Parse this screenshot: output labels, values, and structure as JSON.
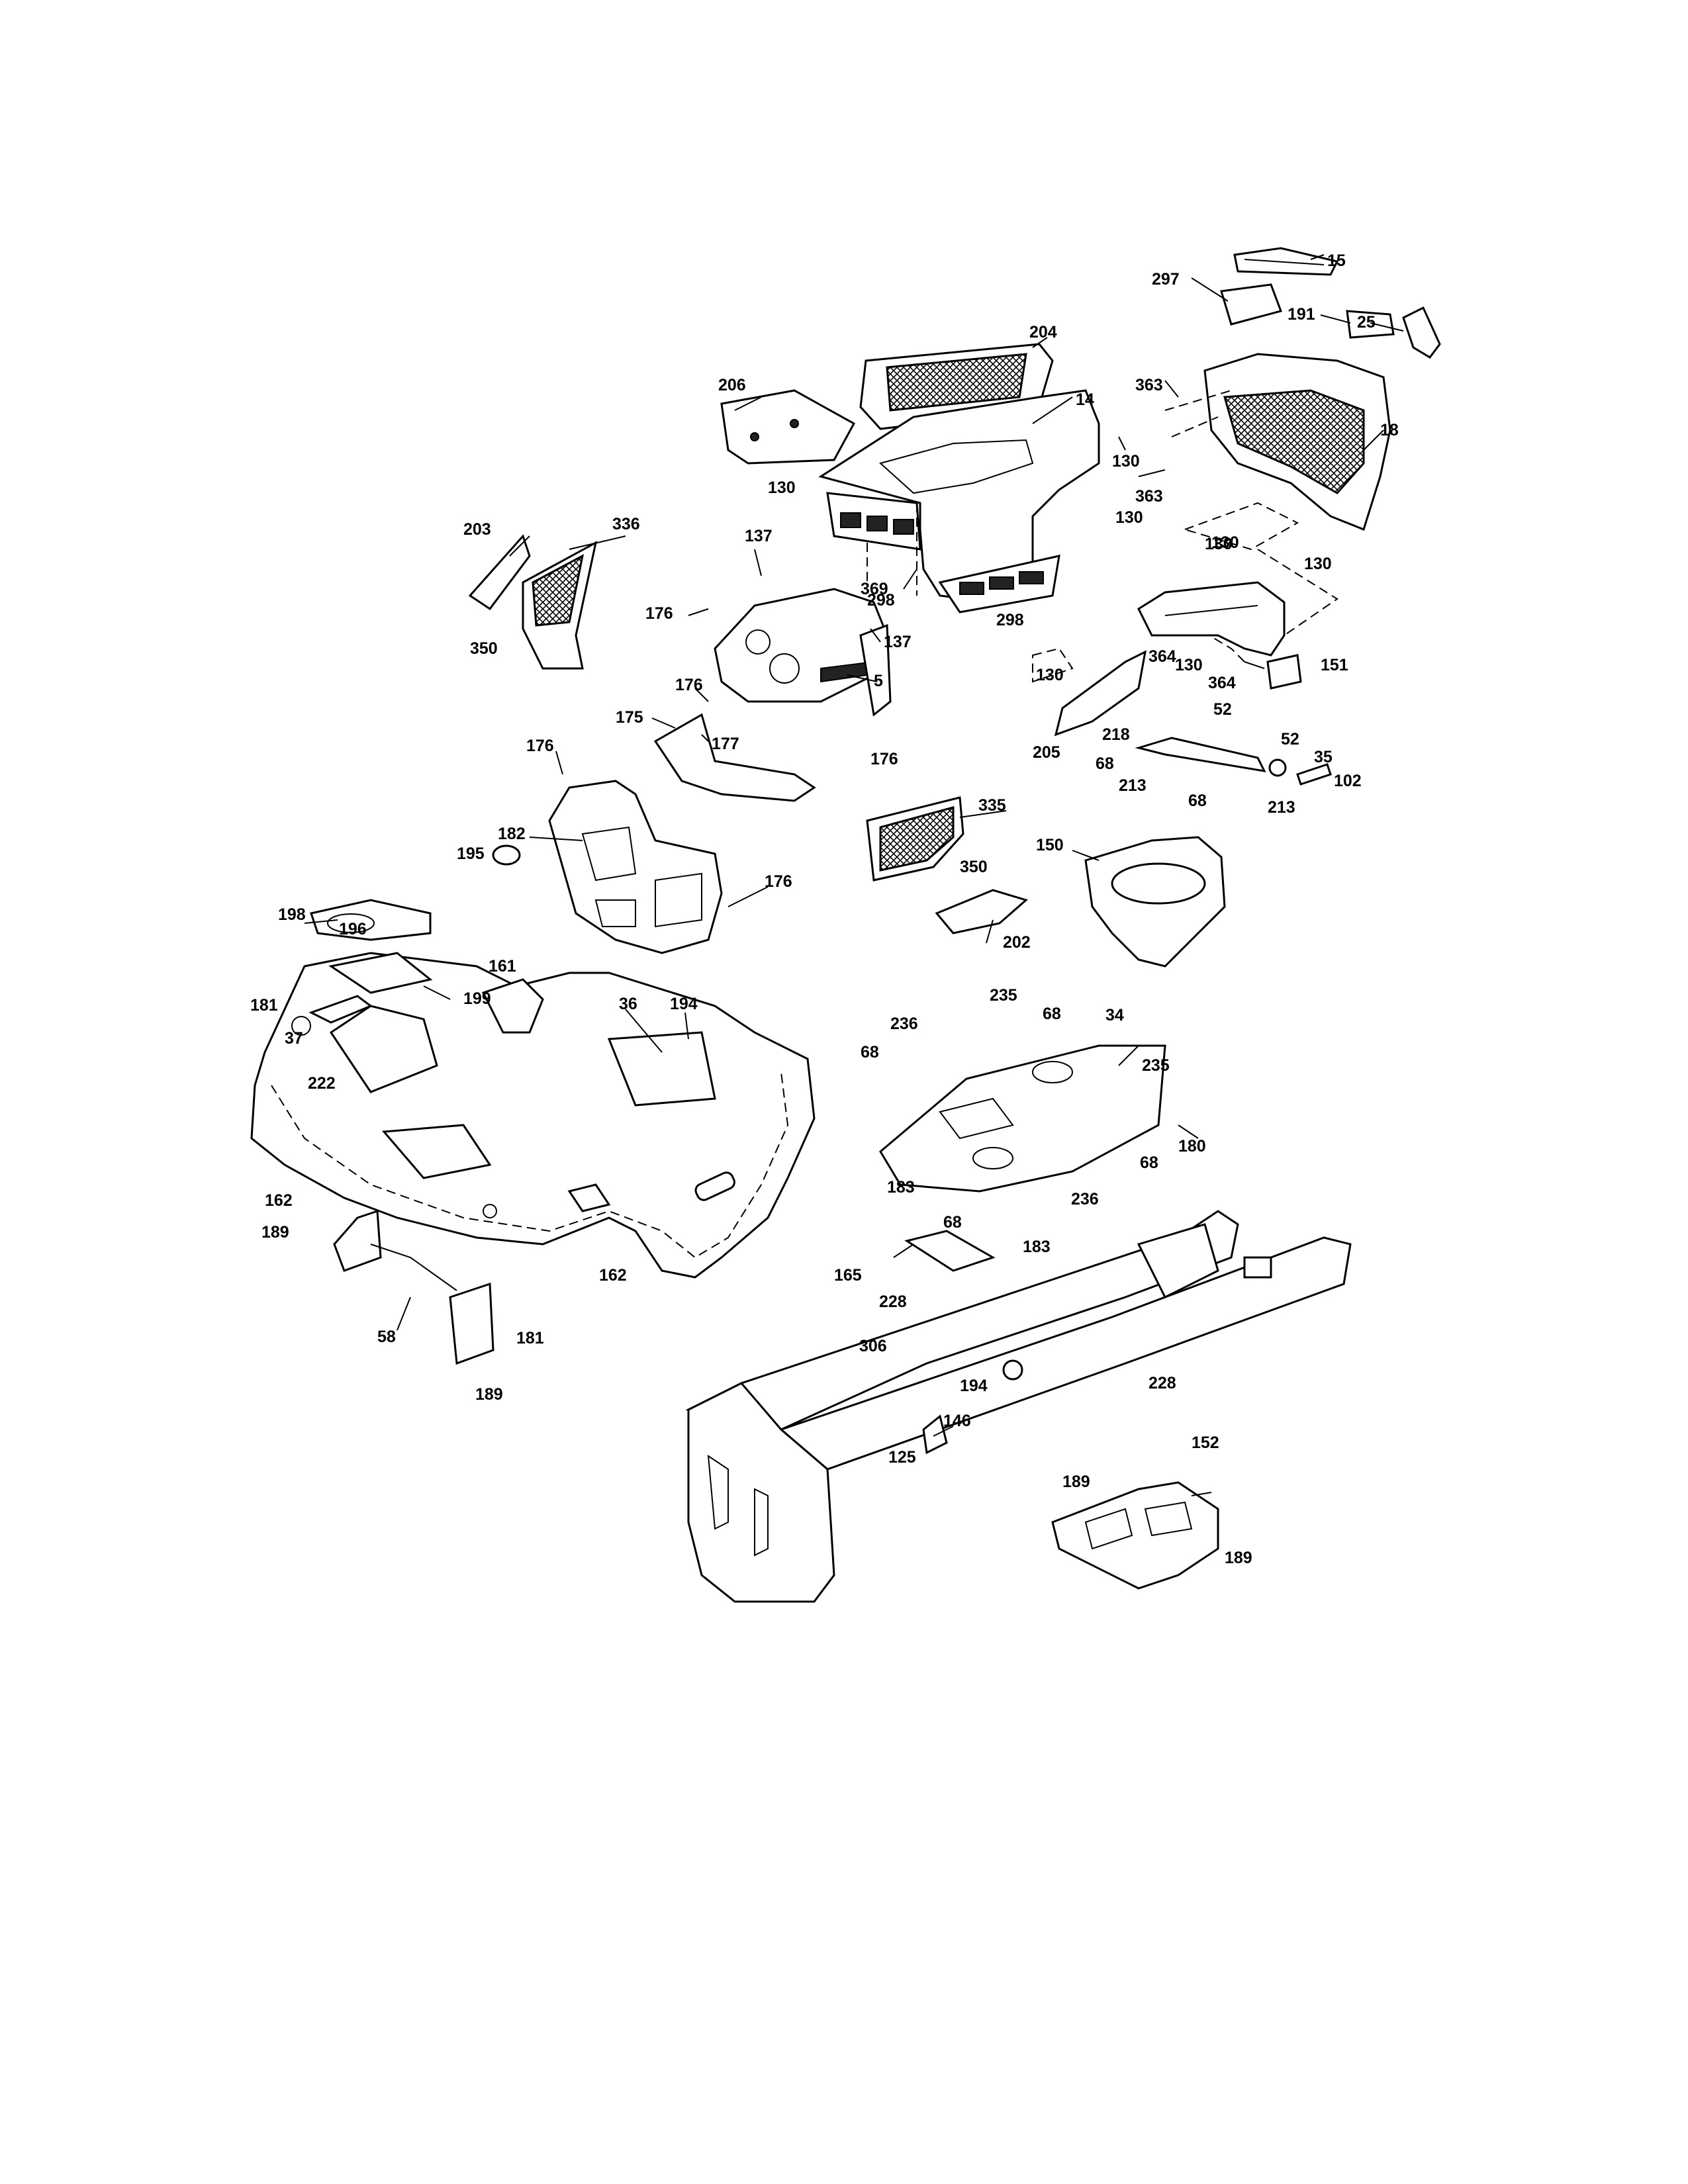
{
  "diagram": {
    "part_labels": [
      "15",
      "297",
      "25",
      "191",
      "204",
      "14",
      "206",
      "363",
      "130",
      "18",
      "130",
      "130",
      "363",
      "130",
      "130",
      "130",
      "137",
      "203",
      "336",
      "369",
      "298",
      "298",
      "176",
      "137",
      "5",
      "350",
      "176",
      "364",
      "130",
      "364",
      "151",
      "130",
      "205",
      "175",
      "177",
      "176",
      "52",
      "218",
      "52",
      "35",
      "68",
      "213",
      "102",
      "176",
      "68",
      "213",
      "182",
      "195",
      "335",
      "176",
      "350",
      "150",
      "202",
      "198",
      "196",
      "161",
      "36",
      "194",
      "235",
      "181",
      "37",
      "68",
      "236",
      "199",
      "34",
      "235",
      "68",
      "222",
      "68",
      "236",
      "162",
      "180",
      "189",
      "183",
      "68",
      "183",
      "162",
      "165",
      "228",
      "181",
      "58",
      "306",
      "194",
      "228",
      "146",
      "189",
      "125",
      "189",
      "152",
      "189"
    ]
  }
}
